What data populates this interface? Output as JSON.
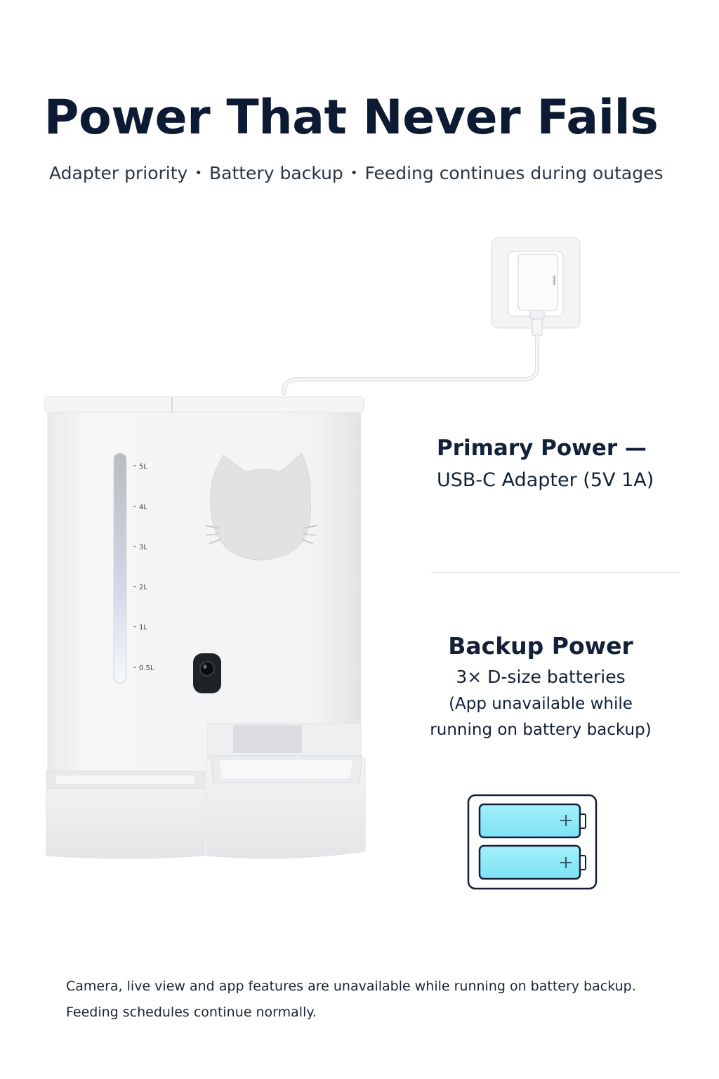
{
  "header": {
    "title": "Power That Never Fails",
    "features": [
      "Adapter priority",
      "Battery backup",
      "Feeding continues during outages"
    ]
  },
  "feeder": {
    "level_marks": [
      "5L",
      "4L",
      "3L",
      "2L",
      "1L",
      "0.5L"
    ]
  },
  "primary_power": {
    "heading": "Primary Power —",
    "detail": "USB-C Adapter (5V 1A)"
  },
  "backup_power": {
    "heading": "Backup Power",
    "detail": "3× D-size batteries",
    "note_line1": "(App unavailable while",
    "note_line2": "running on battery backup)"
  },
  "footnote": {
    "line1": "Camera, live view and app features are unavailable while running on battery backup.",
    "line2": "Feeding schedules continue normally."
  },
  "colors": {
    "title": "#0d1a33",
    "battery_fill": "#8fe9f7",
    "battery_outline": "#13203a"
  }
}
